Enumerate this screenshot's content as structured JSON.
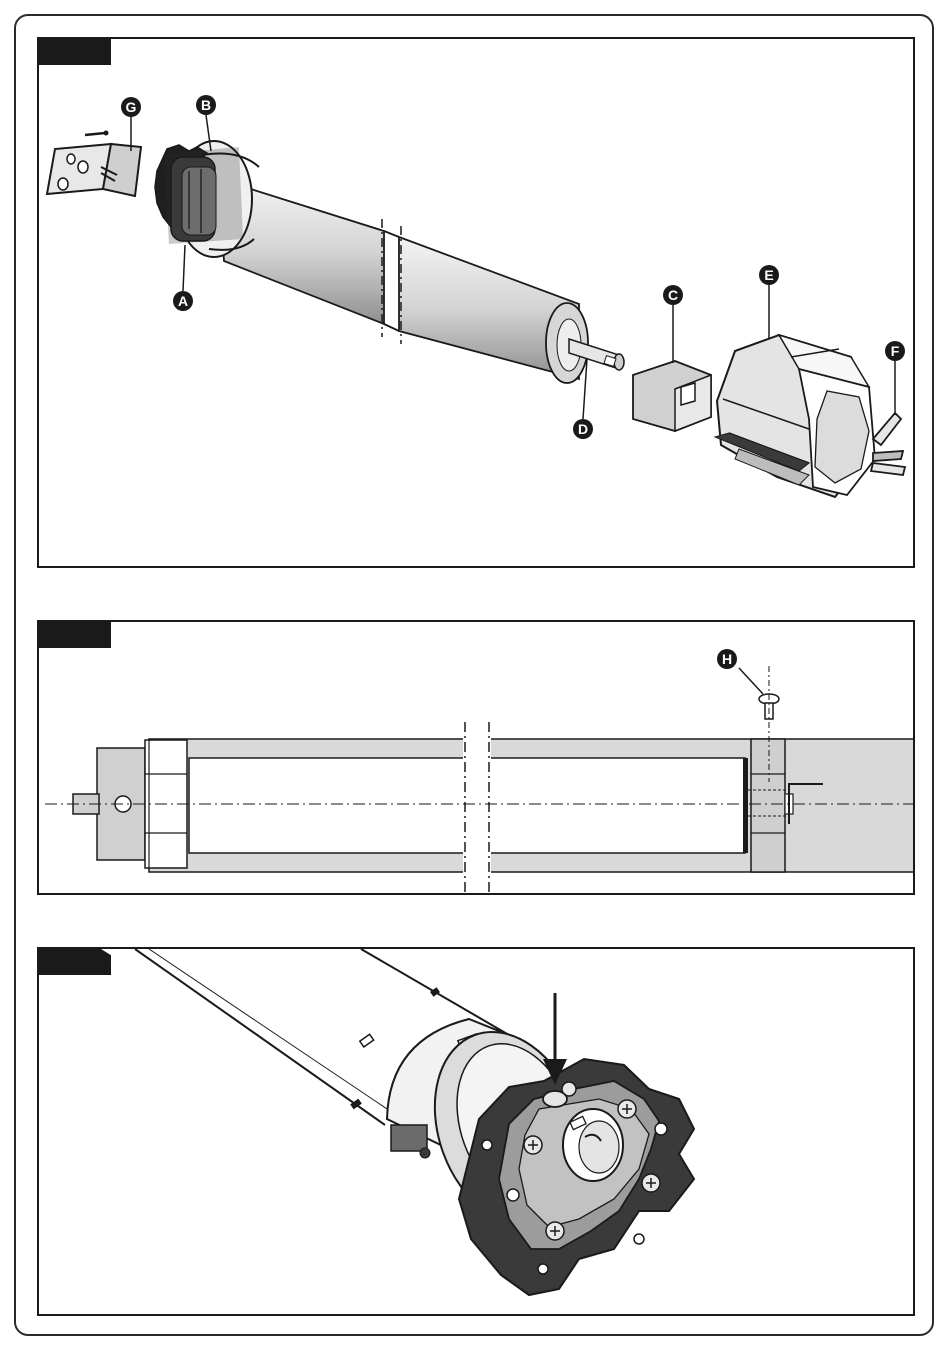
{
  "figures": [
    {
      "id": "fig-1",
      "caption": "",
      "callouts": [
        {
          "key": "g",
          "letter": "G"
        },
        {
          "key": "b",
          "letter": "B"
        },
        {
          "key": "a",
          "letter": "A"
        },
        {
          "key": "c",
          "letter": "C"
        },
        {
          "key": "e",
          "letter": "E"
        },
        {
          "key": "f",
          "letter": "F"
        },
        {
          "key": "d",
          "letter": "D"
        }
      ]
    },
    {
      "id": "fig-2",
      "caption": "",
      "callouts": [
        {
          "key": "h",
          "letter": "H"
        }
      ]
    },
    {
      "id": "fig-3",
      "caption": "",
      "callouts": []
    }
  ],
  "colors": {
    "ink": "#1a1a1a",
    "tube_fill": "#d9d9d9",
    "part_fill": "#bdbdbd",
    "dark_part": "#3a3a3a"
  }
}
